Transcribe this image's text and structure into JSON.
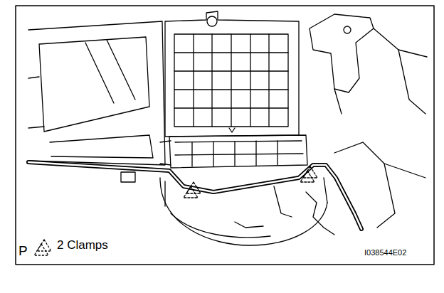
{
  "diagram": {
    "labels": [
      "P",
      "I038544E02"
    ],
    "legend": [
      {
        "text": "2 Clamps"
      }
    ]
  }
}
